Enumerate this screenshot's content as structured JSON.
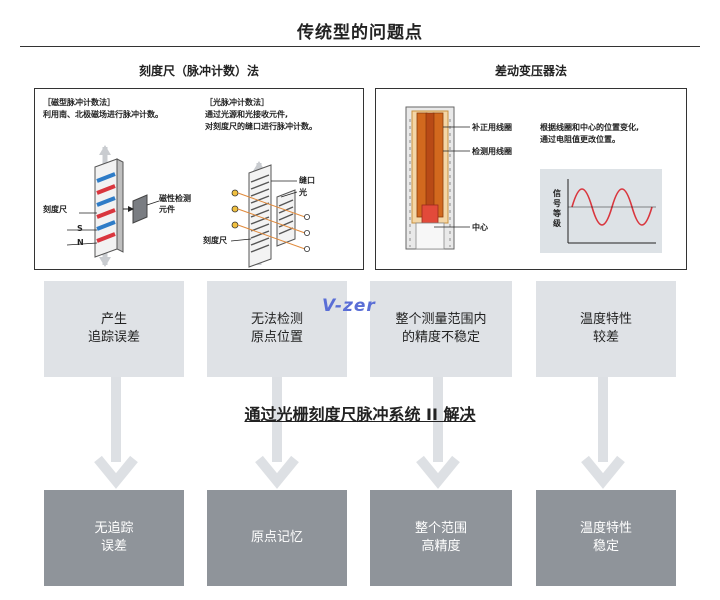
{
  "title": "传统型的问题点",
  "left_section": {
    "heading": "刻度尺（脉冲计数）法",
    "magnetic": {
      "heading": "［磁型脉冲计数法］",
      "desc": "利用南、北极磁场进行脉冲计数。",
      "label_scale": "刻度尺",
      "label_s": "S",
      "label_n": "N",
      "label_sensor": "磁性检测\n元件"
    },
    "optical": {
      "heading": "［光脉冲计数法］",
      "desc1": "通过光源和光接收元件,",
      "desc2": "对刻度尺的缝口进行脉冲计数。",
      "label_slit": "缝口",
      "label_light": "光",
      "label_scale": "刻度尺"
    }
  },
  "right_section": {
    "heading": "差动变压器法",
    "label_comp_coil": "补正用线圈",
    "label_detect_coil": "检测用线圈",
    "label_center": "中心",
    "desc1": "根据线圈和中心的位置变化,",
    "desc2": "通过电阻值更改位置。",
    "signal_axis_label": "信\n号\n等\n级"
  },
  "watermark": "V-zer",
  "banner": "通过光栅刻度尺脉冲系统 II 解决",
  "problems": [
    "产生\n追踪误差",
    "无法检测\n原点位置",
    "整个测量范围内\n的精度不稳定",
    "温度特性\n较差"
  ],
  "solutions": [
    "无追踪\n误差",
    "原点记忆",
    "整个范围\n高精度",
    "温度特性\n稳定"
  ],
  "colors": {
    "red": "#d9363e",
    "blue": "#2e7cc7",
    "coil": "#d2691e",
    "problem_box": "#dfe2e6",
    "solution_box": "#8f949a",
    "watermark": "#5a6ed6"
  }
}
